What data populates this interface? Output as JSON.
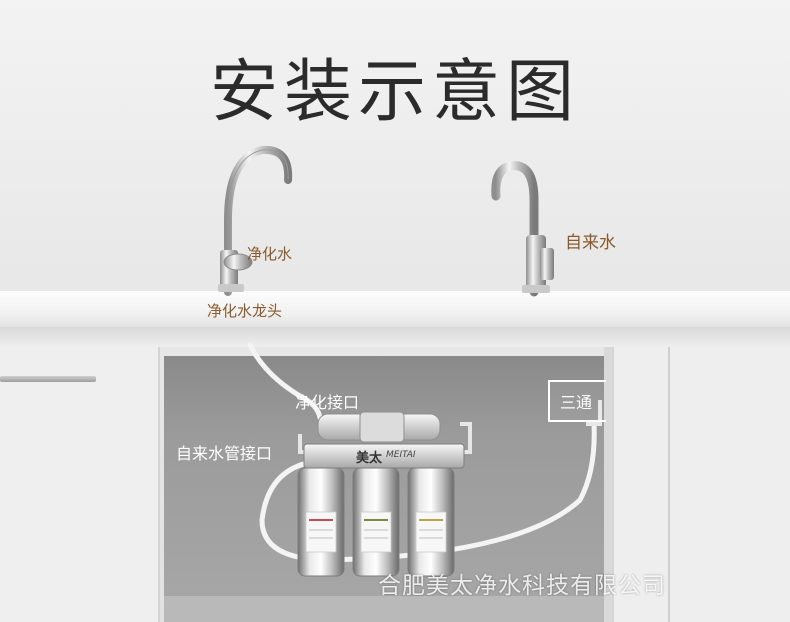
{
  "title": "安装示意图",
  "labels": {
    "purified_water": "净化水",
    "tap_water": "自来水",
    "purifier_faucet": "净化水龙头",
    "purified_port": "净化接口",
    "tap_pipe_port": "自来水管接口",
    "tee": "三通"
  },
  "brand": {
    "logo_text": "美太",
    "logo_latin": "MEITAI"
  },
  "watermark": "合肥美太净水科技有限公司",
  "colors": {
    "label_brown": "#8a5a2a",
    "label_dark": "#1a1a1a",
    "cabinet_inner": "#9b9b9b"
  }
}
